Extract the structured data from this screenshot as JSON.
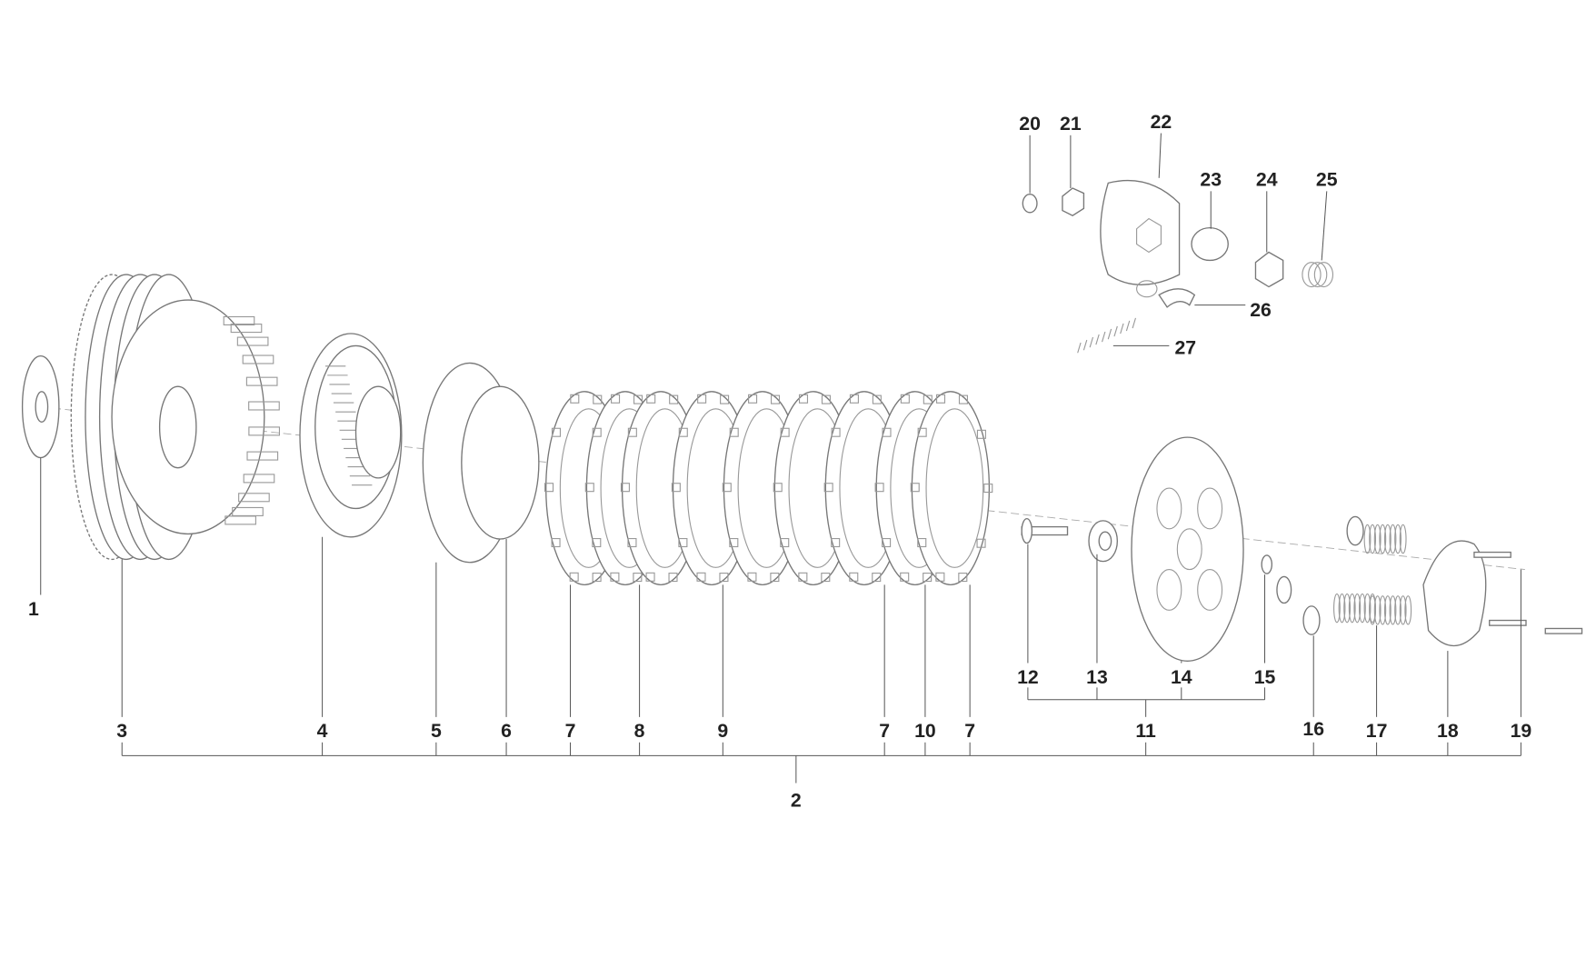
{
  "title": "Clutch assembly exploded view",
  "callouts": [
    {
      "id": "c1",
      "text": "1"
    },
    {
      "id": "c2",
      "text": "2"
    },
    {
      "id": "c3",
      "text": "3"
    },
    {
      "id": "c4",
      "text": "4"
    },
    {
      "id": "c5",
      "text": "5"
    },
    {
      "id": "c6",
      "text": "6"
    },
    {
      "id": "c7a",
      "text": "7"
    },
    {
      "id": "c8",
      "text": "8"
    },
    {
      "id": "c9",
      "text": "9"
    },
    {
      "id": "c7b",
      "text": "7"
    },
    {
      "id": "c10",
      "text": "10"
    },
    {
      "id": "c7c",
      "text": "7"
    },
    {
      "id": "c11",
      "text": "11"
    },
    {
      "id": "c12",
      "text": "12"
    },
    {
      "id": "c13",
      "text": "13"
    },
    {
      "id": "c14",
      "text": "14"
    },
    {
      "id": "c15",
      "text": "15"
    },
    {
      "id": "c16",
      "text": "16"
    },
    {
      "id": "c17",
      "text": "17"
    },
    {
      "id": "c18",
      "text": "18"
    },
    {
      "id": "c19",
      "text": "19"
    },
    {
      "id": "c20",
      "text": "20"
    },
    {
      "id": "c21",
      "text": "21"
    },
    {
      "id": "c22",
      "text": "22"
    },
    {
      "id": "c23",
      "text": "23"
    },
    {
      "id": "c24",
      "text": "24"
    },
    {
      "id": "c25",
      "text": "25"
    },
    {
      "id": "c26",
      "text": "26"
    },
    {
      "id": "c27",
      "text": "27"
    }
  ]
}
